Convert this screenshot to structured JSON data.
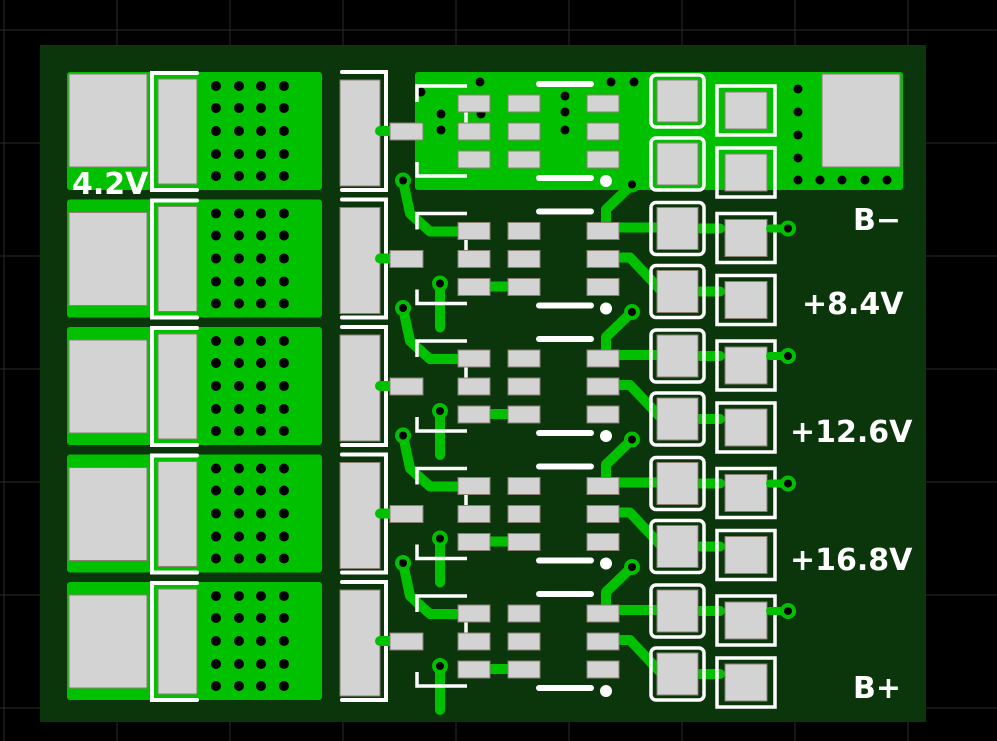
{
  "board": {
    "labels": {
      "cell1": "4.2V",
      "b_minus": "B−",
      "v8_4": "+8.4V",
      "v12_6": "+12.6V",
      "v16_8": "+16.8V",
      "b_plus": "B+"
    },
    "cell_count": 5
  },
  "colors": {
    "background": "#000000",
    "grid": "#2a2a2a",
    "board": "#0b360b",
    "copper": "#00c000",
    "pad": "#d3d3d3",
    "silkscreen": "#ffffff",
    "via": "#000000"
  }
}
